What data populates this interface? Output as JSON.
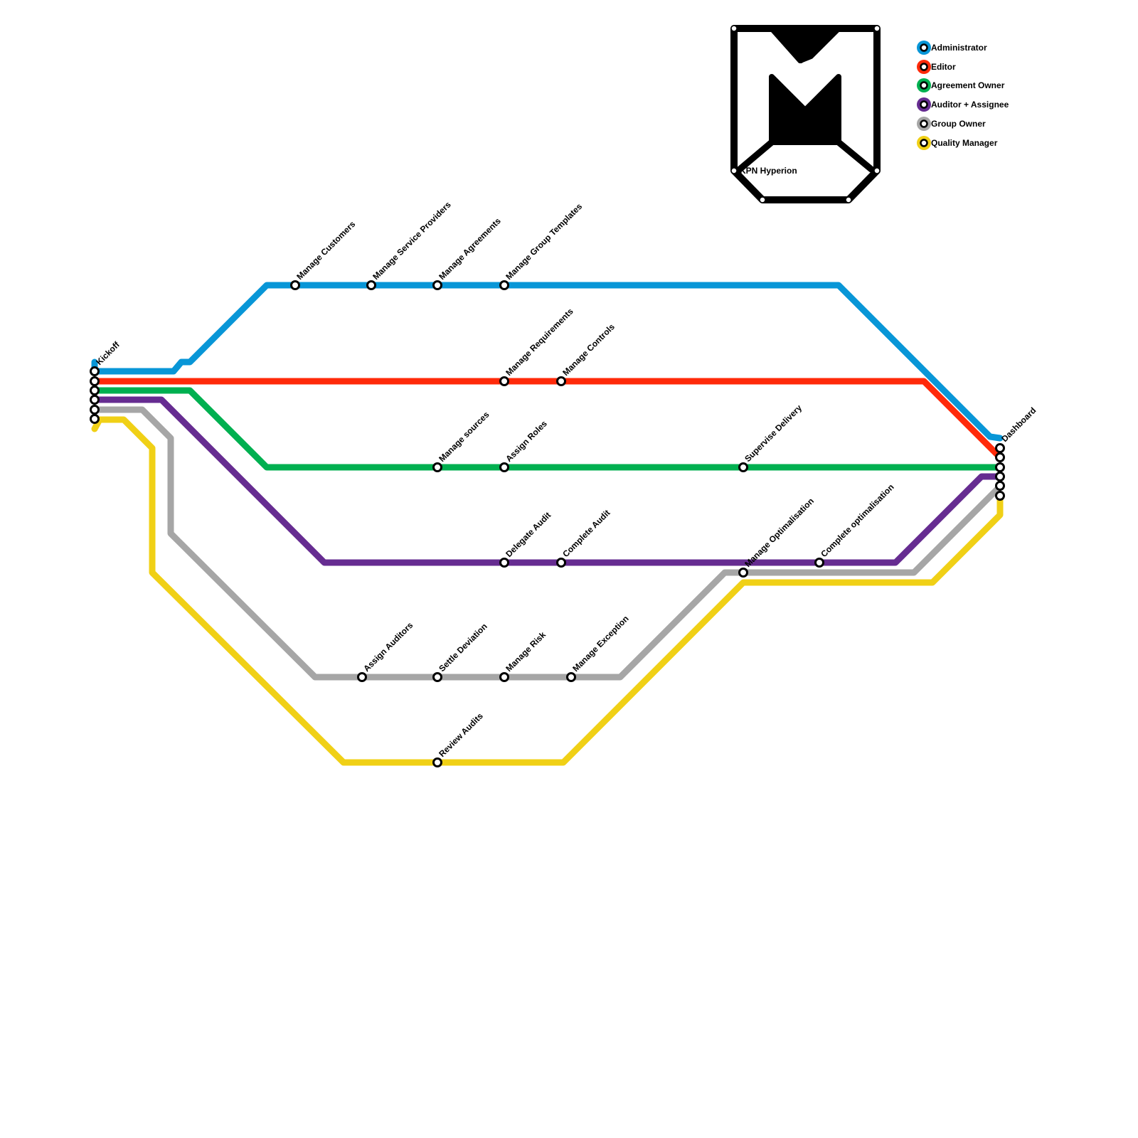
{
  "lines": [
    {
      "id": "admin",
      "name": "Administrator",
      "color": "#0896d7"
    },
    {
      "id": "editor",
      "name": "Editor",
      "color": "#ff2a0a"
    },
    {
      "id": "agreement",
      "name": "Agreement Owner",
      "color": "#00b050"
    },
    {
      "id": "auditor",
      "name": "Auditor + Assignee",
      "color": "#662c91"
    },
    {
      "id": "group",
      "name": "Group Owner",
      "color": "#a6a6a6"
    },
    {
      "id": "quality",
      "name": "Quality Manager",
      "color": "#f0d016"
    }
  ],
  "terminals": {
    "start": "Kickoff",
    "end": "Dashboard"
  },
  "stations": {
    "manage_customers": "Manage Customers",
    "manage_service_providers": "Manage Service Providers",
    "manage_agreements": "Manage Agreements",
    "manage_group_templates": "Manage Group Templates",
    "manage_requirements": "Manage Requirements",
    "manage_controls": "Manage Controls",
    "manage_sources": "Manage sources",
    "assign_roles": "Assign Roles",
    "supervise_delivery": "Supervise Delivery",
    "delegate_audit": "Delegate Audit",
    "complete_audit": "Complete Audit",
    "manage_optimalisation": "Manage Optimalisation",
    "complete_optimalisation": "Complete optimalisation",
    "assign_auditors": "Assign Auditors",
    "settle_deviation": "Settle Deviation",
    "manage_risk": "Manage Risk",
    "manage_exception": "Manage Exception",
    "review_audits": "Review Audits"
  },
  "logo": {
    "label": "KPN Hyperion"
  }
}
